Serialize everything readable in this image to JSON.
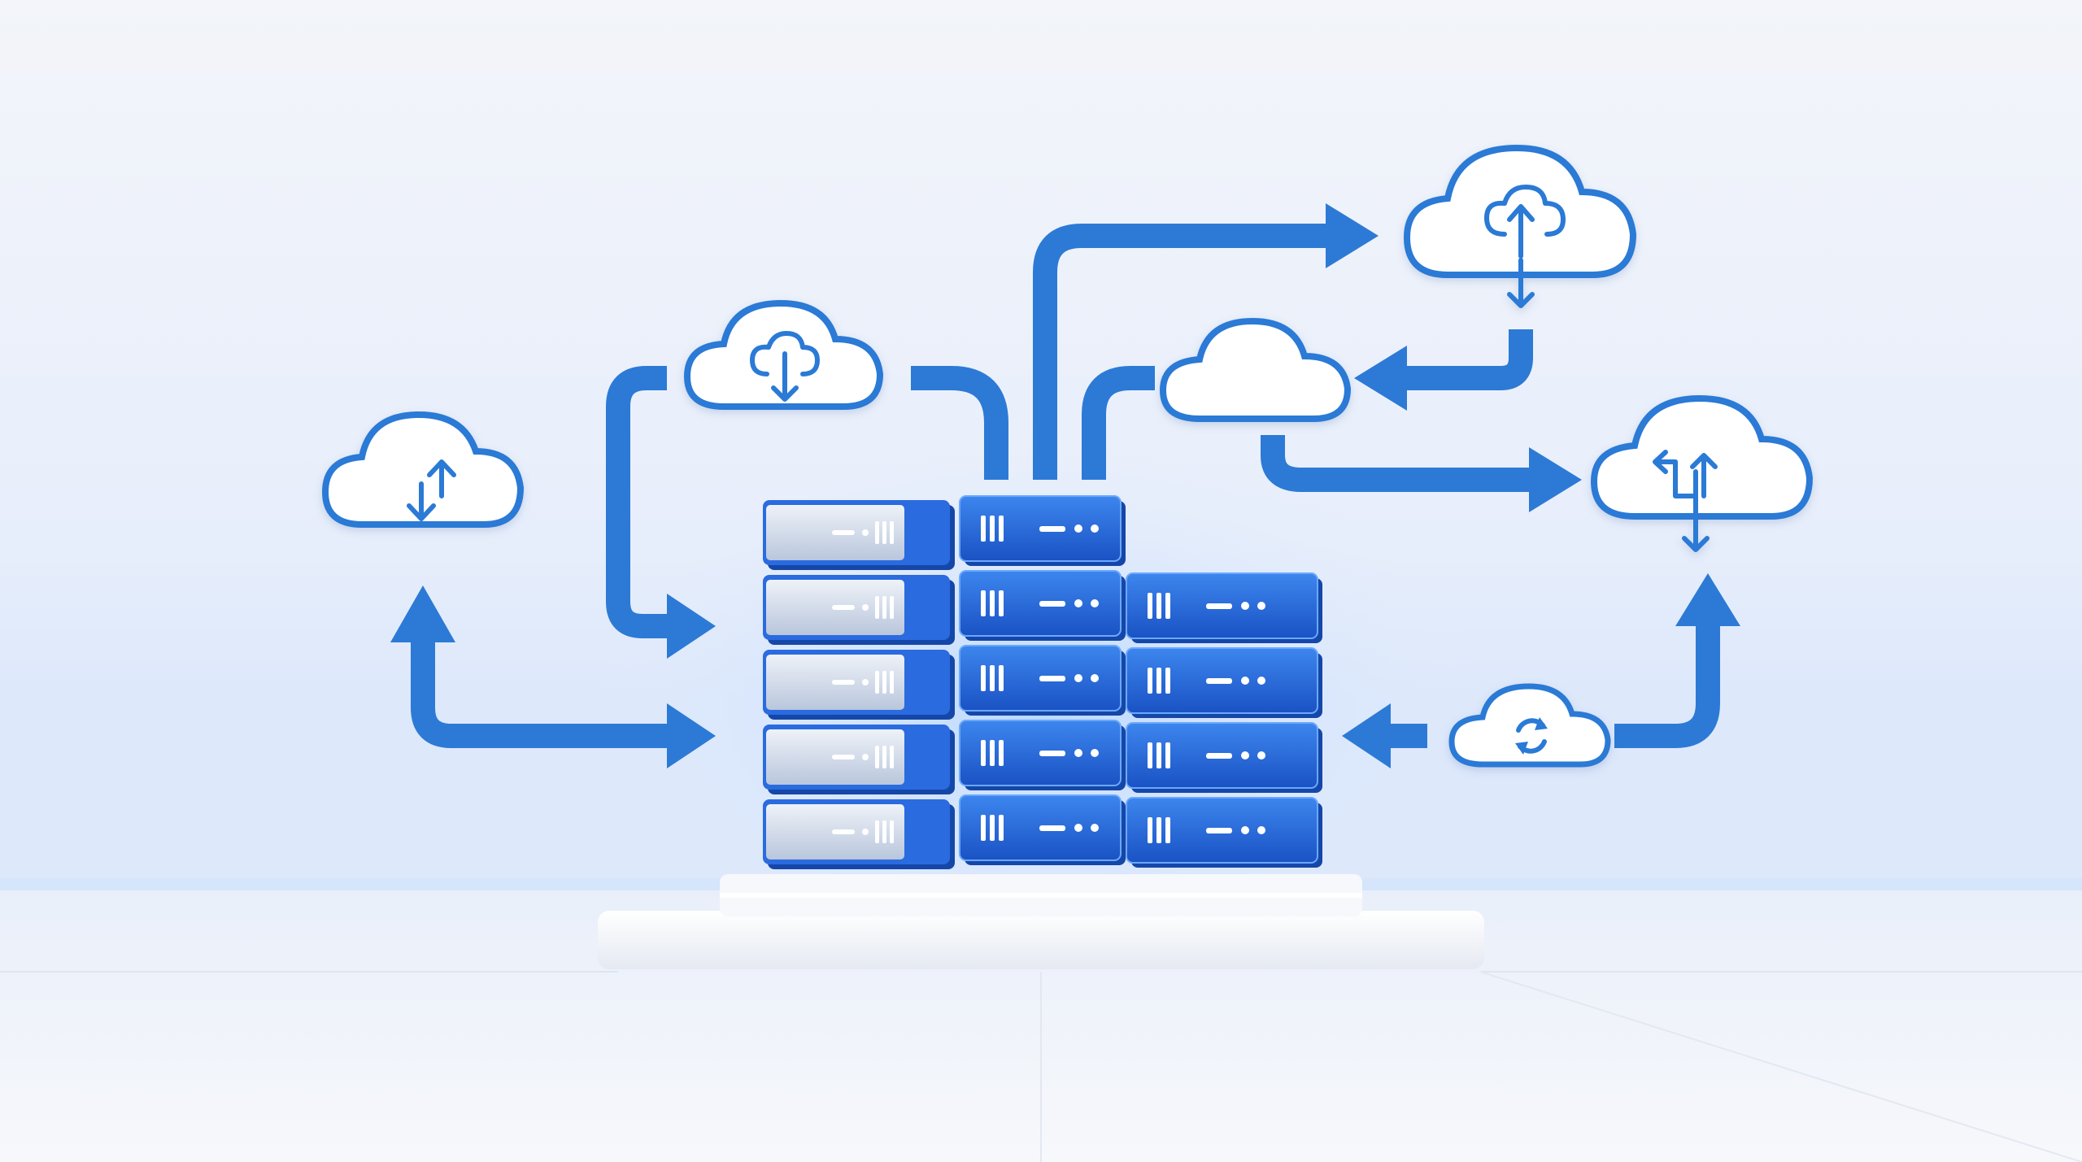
{
  "scene": {
    "background_top": "#f1f4fa",
    "background_mid": "#e6edfb",
    "floor": "#f4f6fb",
    "accent_blue": "#2c7ad6",
    "server_blue": "#1f63d9",
    "server_glow": "#9cc8ff",
    "silver_face": "#c9d3e6"
  },
  "clouds": [
    {
      "id": "cloud-left",
      "icon": "upload-download-icon"
    },
    {
      "id": "cloud-top-left",
      "icon": "download-icon"
    },
    {
      "id": "cloud-center",
      "icon": "none"
    },
    {
      "id": "cloud-top-right",
      "icon": "upload-download-icon"
    },
    {
      "id": "cloud-right",
      "icon": "sync-arrows-icon"
    },
    {
      "id": "cloud-bottom-right",
      "icon": "refresh-icon"
    }
  ],
  "server_racks": [
    {
      "id": "rack-left",
      "units": 5,
      "style": "silver"
    },
    {
      "id": "rack-middle",
      "units": 5,
      "style": "blue"
    },
    {
      "id": "rack-right",
      "units": 4,
      "style": "blue"
    }
  ]
}
